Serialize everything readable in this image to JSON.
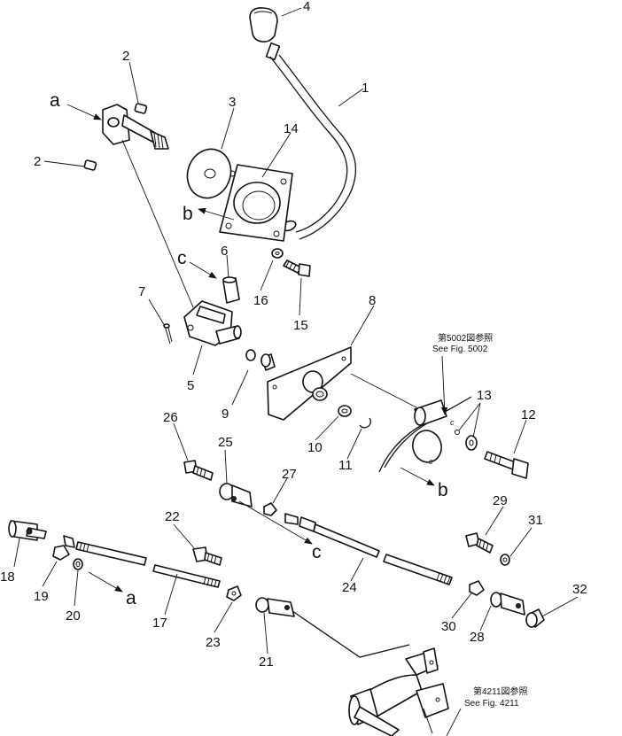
{
  "callouts": {
    "n1": "1",
    "n2a": "2",
    "n2b": "2",
    "n3": "3",
    "n4": "4",
    "n5": "5",
    "n6": "6",
    "n7": "7",
    "n8": "8",
    "n9": "9",
    "n10": "10",
    "n11": "11",
    "n12": "12",
    "n13": "13",
    "n14": "14",
    "n15": "15",
    "n16": "16",
    "n17": "17",
    "n18": "18",
    "n19": "19",
    "n20": "20",
    "n21": "21",
    "n22": "22",
    "n23": "23",
    "n24": "24",
    "n25": "25",
    "n26": "26",
    "n27": "27",
    "n28": "28",
    "n29": "29",
    "n30": "30",
    "n31": "31",
    "n32": "32"
  },
  "reference_letters": {
    "a_top": "a",
    "a_bottom": "a",
    "b_top": "b",
    "b_right": "b",
    "c_top": "c",
    "c_middle": "c",
    "c_small_1": "c",
    "c_small_2": "c"
  },
  "references": {
    "fig5002_jp": "第5002図参照",
    "fig5002_en": "See Fig. 5002",
    "fig4211_jp": "第4211図参照",
    "fig4211_en": "See Fig. 4211"
  }
}
